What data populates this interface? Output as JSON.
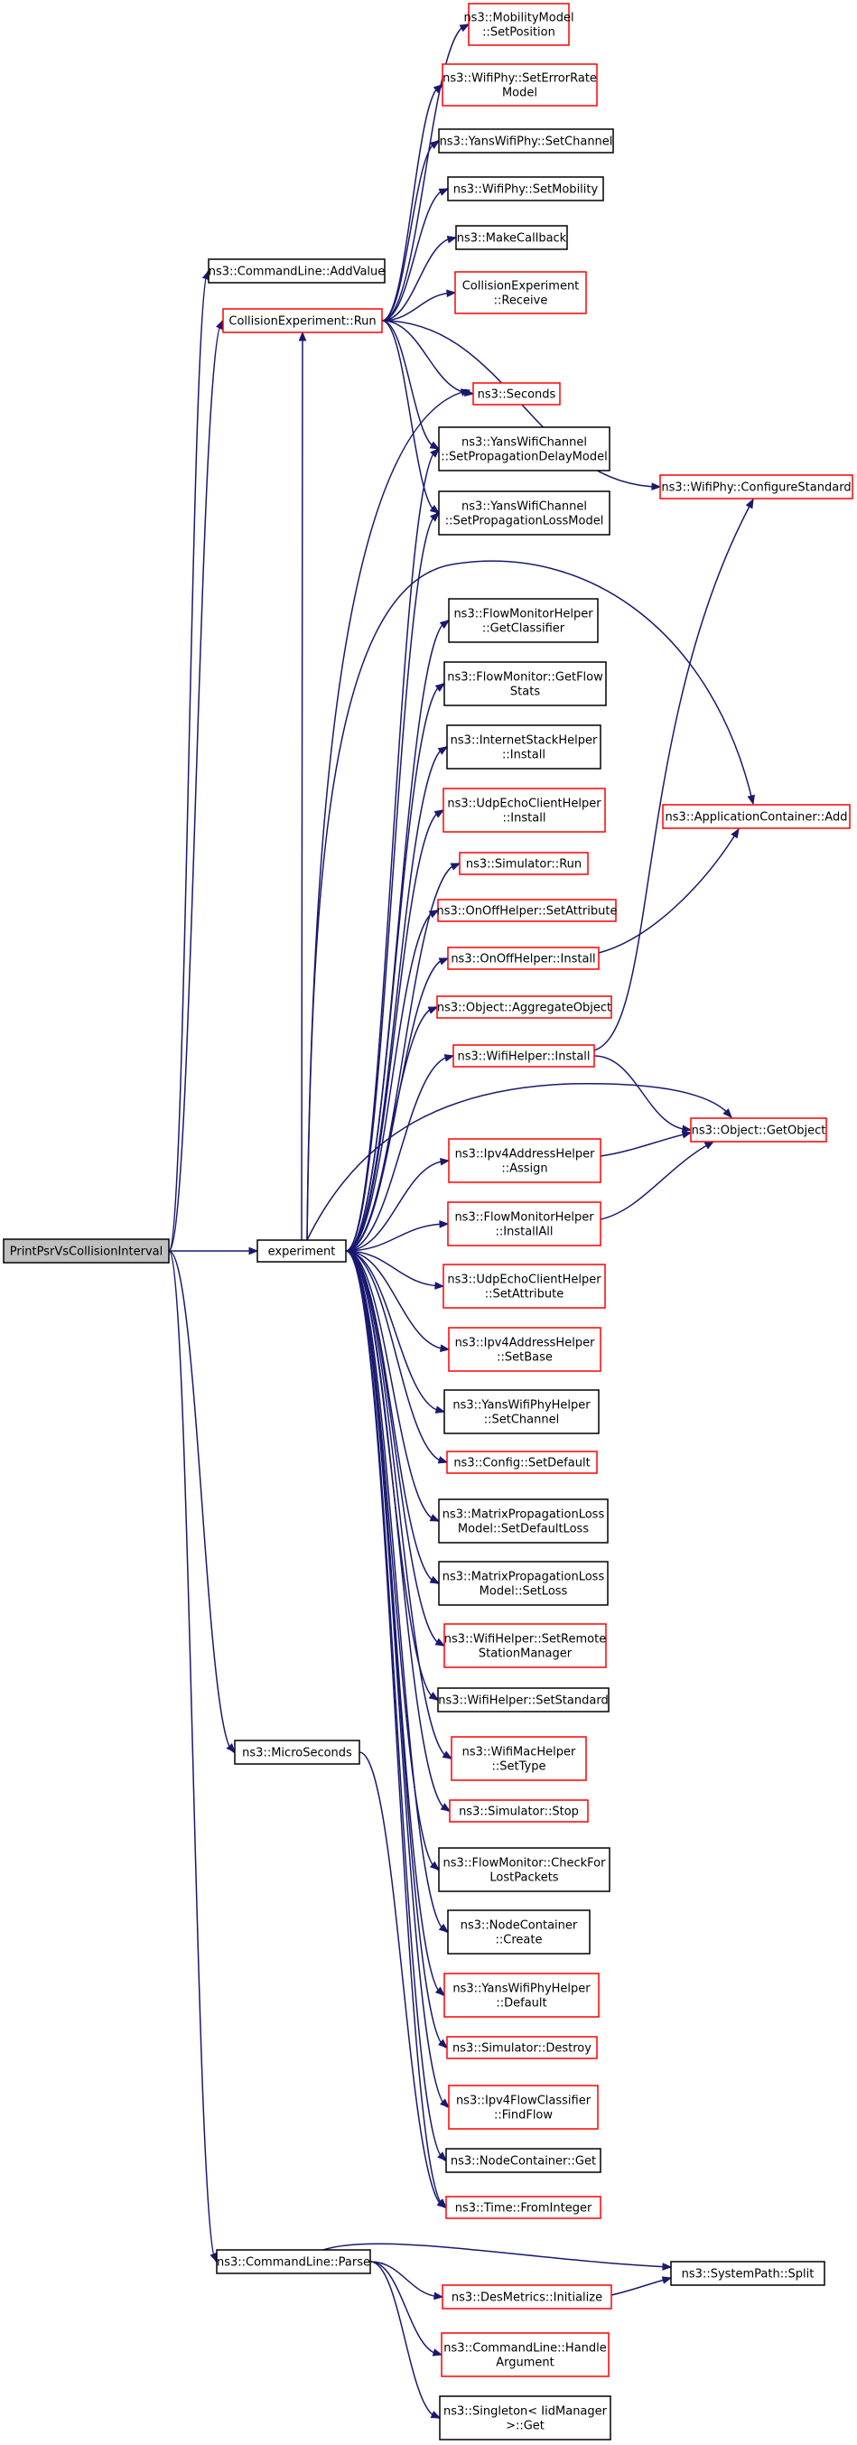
{
  "colors": {
    "edge": "#191970",
    "boundary": "#ff0000",
    "normal": "#000000",
    "root_fill": "#bfbfbf",
    "bg": "#ffffff"
  },
  "nodes": [
    {
      "id": "root",
      "lines": [
        "PrintPsrVsCollisionInterval"
      ],
      "style": "root"
    },
    {
      "id": "cmd_addvalue",
      "lines": [
        "ns3::CommandLine::AddValue"
      ],
      "style": "normal"
    },
    {
      "id": "ce_run",
      "lines": [
        "CollisionExperiment::Run"
      ],
      "style": "boundary"
    },
    {
      "id": "experiment",
      "lines": [
        "experiment"
      ],
      "style": "normal"
    },
    {
      "id": "microseconds",
      "lines": [
        "ns3::MicroSeconds"
      ],
      "style": "normal"
    },
    {
      "id": "cmd_parse",
      "lines": [
        "ns3::CommandLine::Parse"
      ],
      "style": "normal"
    },
    {
      "id": "mob_setpos",
      "lines": [
        "ns3::MobilityModel",
        "::SetPosition"
      ],
      "style": "boundary"
    },
    {
      "id": "wp_seterr",
      "lines": [
        "ns3::WifiPhy::SetErrorRate",
        "Model"
      ],
      "style": "boundary"
    },
    {
      "id": "ywp_setch",
      "lines": [
        "ns3::YansWifiPhy::SetChannel"
      ],
      "style": "normal"
    },
    {
      "id": "wp_setmob",
      "lines": [
        "ns3::WifiPhy::SetMobility"
      ],
      "style": "normal"
    },
    {
      "id": "makecb",
      "lines": [
        "ns3::MakeCallback"
      ],
      "style": "normal"
    },
    {
      "id": "ce_recv",
      "lines": [
        "CollisionExperiment",
        "::Receive"
      ],
      "style": "boundary"
    },
    {
      "id": "seconds",
      "lines": [
        "ns3::Seconds"
      ],
      "style": "boundary"
    },
    {
      "id": "ywc_delay",
      "lines": [
        "ns3::YansWifiChannel",
        "::SetPropagationDelayModel"
      ],
      "style": "normal"
    },
    {
      "id": "ywc_loss",
      "lines": [
        "ns3::YansWifiChannel",
        "::SetPropagationLossModel"
      ],
      "style": "normal"
    },
    {
      "id": "wp_configstd",
      "lines": [
        "ns3::WifiPhy::ConfigureStandard"
      ],
      "style": "boundary"
    },
    {
      "id": "fmh_getcls",
      "lines": [
        "ns3::FlowMonitorHelper",
        "::GetClassifier"
      ],
      "style": "normal"
    },
    {
      "id": "fm_getflow",
      "lines": [
        "ns3::FlowMonitor::GetFlow",
        "Stats"
      ],
      "style": "normal"
    },
    {
      "id": "ish_install",
      "lines": [
        "ns3::InternetStackHelper",
        "::Install"
      ],
      "style": "normal"
    },
    {
      "id": "uech_install",
      "lines": [
        "ns3::UdpEchoClientHelper",
        "::Install"
      ],
      "style": "boundary"
    },
    {
      "id": "appc_add",
      "lines": [
        "ns3::ApplicationContainer::Add"
      ],
      "style": "boundary"
    },
    {
      "id": "sim_run",
      "lines": [
        "ns3::Simulator::Run"
      ],
      "style": "boundary"
    },
    {
      "id": "ooh_setattr",
      "lines": [
        "ns3::OnOffHelper::SetAttribute"
      ],
      "style": "boundary"
    },
    {
      "id": "ooh_install",
      "lines": [
        "ns3::OnOffHelper::Install"
      ],
      "style": "boundary"
    },
    {
      "id": "obj_aggr",
      "lines": [
        "ns3::Object::AggregateObject"
      ],
      "style": "boundary"
    },
    {
      "id": "wh_install",
      "lines": [
        "ns3::WifiHelper::Install"
      ],
      "style": "boundary"
    },
    {
      "id": "obj_getobj",
      "lines": [
        "ns3::Object::GetObject"
      ],
      "style": "boundary"
    },
    {
      "id": "ipv4ah_assign",
      "lines": [
        "ns3::Ipv4AddressHelper",
        "::Assign"
      ],
      "style": "boundary"
    },
    {
      "id": "fmh_installall",
      "lines": [
        "ns3::FlowMonitorHelper",
        "::InstallAll"
      ],
      "style": "boundary"
    },
    {
      "id": "uech_setattr",
      "lines": [
        "ns3::UdpEchoClientHelper",
        "::SetAttribute"
      ],
      "style": "boundary"
    },
    {
      "id": "ipv4ah_setbase",
      "lines": [
        "ns3::Ipv4AddressHelper",
        "::SetBase"
      ],
      "style": "boundary"
    },
    {
      "id": "ywph_setch",
      "lines": [
        "ns3::YansWifiPhyHelper",
        "::SetChannel"
      ],
      "style": "normal"
    },
    {
      "id": "cfg_setdef",
      "lines": [
        "ns3::Config::SetDefault"
      ],
      "style": "boundary"
    },
    {
      "id": "mpl_setdefloss",
      "lines": [
        "ns3::MatrixPropagationLoss",
        "Model::SetDefaultLoss"
      ],
      "style": "normal"
    },
    {
      "id": "mpl_setloss",
      "lines": [
        "ns3::MatrixPropagationLoss",
        "Model::SetLoss"
      ],
      "style": "normal"
    },
    {
      "id": "wh_setremote",
      "lines": [
        "ns3::WifiHelper::SetRemote",
        "StationManager"
      ],
      "style": "boundary"
    },
    {
      "id": "wh_setstd",
      "lines": [
        "ns3::WifiHelper::SetStandard"
      ],
      "style": "normal"
    },
    {
      "id": "wmh_settype",
      "lines": [
        "ns3::WifiMacHelper",
        "::SetType"
      ],
      "style": "boundary"
    },
    {
      "id": "sim_stop",
      "lines": [
        "ns3::Simulator::Stop"
      ],
      "style": "boundary"
    },
    {
      "id": "fm_checklost",
      "lines": [
        "ns3::FlowMonitor::CheckFor",
        "LostPackets"
      ],
      "style": "normal"
    },
    {
      "id": "nc_create",
      "lines": [
        "ns3::NodeContainer",
        "::Create"
      ],
      "style": "normal"
    },
    {
      "id": "ywph_default",
      "lines": [
        "ns3::YansWifiPhyHelper",
        "::Default"
      ],
      "style": "boundary"
    },
    {
      "id": "sim_destroy",
      "lines": [
        "ns3::Simulator::Destroy"
      ],
      "style": "boundary"
    },
    {
      "id": "ipv4fc_find",
      "lines": [
        "ns3::Ipv4FlowClassifier",
        "::FindFlow"
      ],
      "style": "boundary"
    },
    {
      "id": "nc_get",
      "lines": [
        "ns3::NodeContainer::Get"
      ],
      "style": "normal"
    },
    {
      "id": "time_fromint",
      "lines": [
        "ns3::Time::FromInteger"
      ],
      "style": "boundary"
    },
    {
      "id": "sp_split",
      "lines": [
        "ns3::SystemPath::Split"
      ],
      "style": "normal"
    },
    {
      "id": "desm_init",
      "lines": [
        "ns3::DesMetrics::Initialize"
      ],
      "style": "boundary"
    },
    {
      "id": "cmd_handlearg",
      "lines": [
        "ns3::CommandLine::Handle",
        "Argument"
      ],
      "style": "boundary"
    },
    {
      "id": "singleton_get",
      "lines": [
        "ns3::Singleton< IidManager",
        ">::Get"
      ],
      "style": "normal"
    }
  ],
  "edges": [
    [
      "root",
      "cmd_addvalue"
    ],
    [
      "root",
      "ce_run"
    ],
    [
      "root",
      "experiment"
    ],
    [
      "root",
      "microseconds"
    ],
    [
      "root",
      "cmd_parse"
    ],
    [
      "ce_run",
      "mob_setpos"
    ],
    [
      "ce_run",
      "wp_seterr"
    ],
    [
      "ce_run",
      "ywp_setch"
    ],
    [
      "ce_run",
      "wp_setmob"
    ],
    [
      "ce_run",
      "makecb"
    ],
    [
      "ce_run",
      "ce_recv"
    ],
    [
      "ce_run",
      "seconds"
    ],
    [
      "ce_run",
      "ywc_delay"
    ],
    [
      "ce_run",
      "ywc_loss"
    ],
    [
      "ce_run",
      "wp_configstd"
    ],
    [
      "experiment",
      "ce_run"
    ],
    [
      "experiment",
      "seconds"
    ],
    [
      "experiment",
      "ywc_delay"
    ],
    [
      "experiment",
      "ywc_loss"
    ],
    [
      "experiment",
      "appc_add"
    ],
    [
      "experiment",
      "fmh_getcls"
    ],
    [
      "experiment",
      "fm_getflow"
    ],
    [
      "experiment",
      "ish_install"
    ],
    [
      "experiment",
      "uech_install"
    ],
    [
      "experiment",
      "sim_run"
    ],
    [
      "experiment",
      "ooh_setattr"
    ],
    [
      "experiment",
      "ooh_install"
    ],
    [
      "experiment",
      "obj_aggr"
    ],
    [
      "experiment",
      "wh_install"
    ],
    [
      "experiment",
      "obj_getobj"
    ],
    [
      "experiment",
      "ipv4ah_assign"
    ],
    [
      "experiment",
      "fmh_installall"
    ],
    [
      "experiment",
      "uech_setattr"
    ],
    [
      "experiment",
      "ipv4ah_setbase"
    ],
    [
      "experiment",
      "ywph_setch"
    ],
    [
      "experiment",
      "cfg_setdef"
    ],
    [
      "experiment",
      "mpl_setdefloss"
    ],
    [
      "experiment",
      "mpl_setloss"
    ],
    [
      "experiment",
      "wh_setremote"
    ],
    [
      "experiment",
      "wh_setstd"
    ],
    [
      "experiment",
      "wmh_settype"
    ],
    [
      "experiment",
      "sim_stop"
    ],
    [
      "experiment",
      "fm_checklost"
    ],
    [
      "experiment",
      "nc_create"
    ],
    [
      "experiment",
      "ywph_default"
    ],
    [
      "experiment",
      "sim_destroy"
    ],
    [
      "experiment",
      "ipv4fc_find"
    ],
    [
      "experiment",
      "nc_get"
    ],
    [
      "experiment",
      "time_fromint"
    ],
    [
      "ooh_install",
      "appc_add"
    ],
    [
      "wh_install",
      "wp_configstd"
    ],
    [
      "wh_install",
      "obj_getobj"
    ],
    [
      "ipv4ah_assign",
      "obj_getobj"
    ],
    [
      "fmh_installall",
      "obj_getobj"
    ],
    [
      "microseconds",
      "time_fromint"
    ],
    [
      "cmd_parse",
      "sp_split"
    ],
    [
      "cmd_parse",
      "desm_init"
    ],
    [
      "cmd_parse",
      "cmd_handlearg"
    ],
    [
      "cmd_parse",
      "singleton_get"
    ],
    [
      "desm_init",
      "sp_split"
    ]
  ]
}
